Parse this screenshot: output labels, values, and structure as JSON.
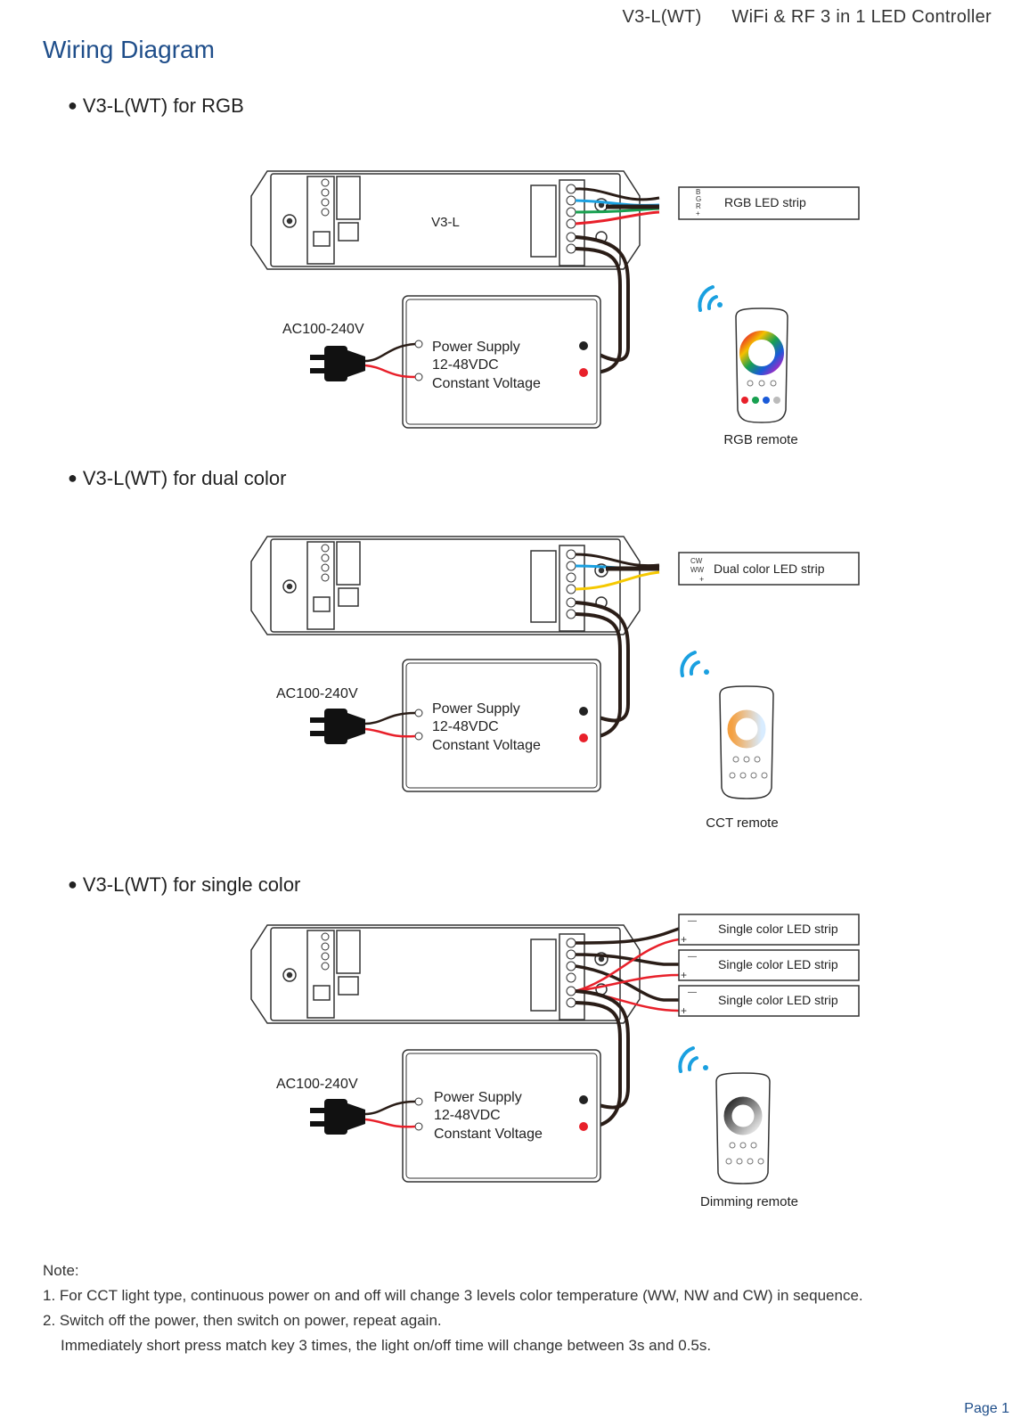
{
  "header": {
    "model": "V3-L(WT)",
    "product": "WiFi & RF 3 in 1 LED Controller"
  },
  "title": "Wiring Diagram",
  "colors": {
    "title": "#1f4e8a",
    "wifi": "#1aa0e0",
    "red_wire": "#e8202a",
    "wire": "#2a1d17"
  },
  "sections": [
    {
      "heading": "V3-L(WT) for RGB",
      "controller_label": "V3-L",
      "ac_label": "AC100-240V",
      "psu": [
        "Power Supply",
        "12-48VDC",
        "Constant Voltage"
      ],
      "strips": [
        "RGB LED strip"
      ],
      "remote": "RGB remote",
      "terminals": [
        "B",
        "G",
        "R",
        "+"
      ]
    },
    {
      "heading": "V3-L(WT) for dual color",
      "ac_label": "AC100-240V",
      "psu": [
        "Power Supply",
        "12-48VDC",
        "Constant Voltage"
      ],
      "strips": [
        "Dual color LED strip"
      ],
      "remote": "CCT remote",
      "terminals": [
        "CW",
        "WW",
        "+"
      ]
    },
    {
      "heading": "V3-L(WT) for single color",
      "ac_label": "AC100-240V",
      "psu": [
        "Power Supply",
        "12-48VDC",
        "Constant Voltage"
      ],
      "strips": [
        "Single color LED strip",
        "Single color LED strip",
        "Single color LED strip"
      ],
      "remote": "Dimming remote",
      "terminals": [
        "—",
        "+"
      ]
    }
  ],
  "notes": {
    "heading": "Note:",
    "lines": [
      "1. For CCT light type, continuous power on and off will change 3 levels color temperature (WW, NW and CW) in sequence.",
      "2. Switch off the power, then switch on power, repeat again.",
      "Immediately short press match key 3 times, the light on/off time will change between 3s and 0.5s."
    ]
  },
  "page": "Page 1"
}
